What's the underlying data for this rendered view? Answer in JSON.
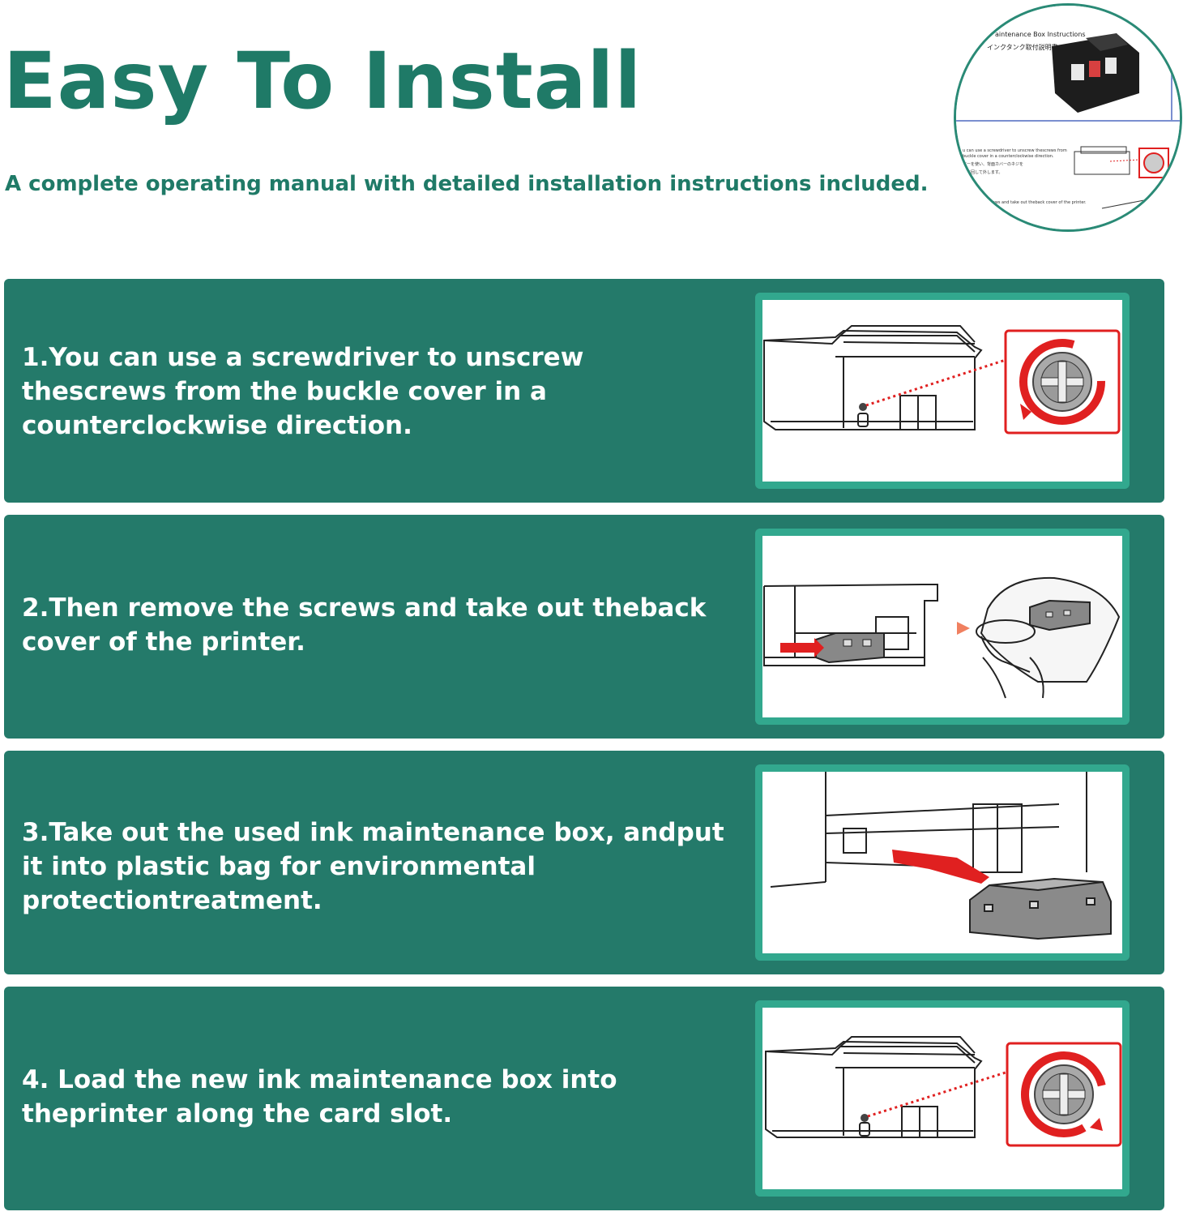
{
  "header": {
    "title": "Easy To Install",
    "subtitle": "A complete operating manual with detailed installation instructions included."
  },
  "manual_preview": {
    "heading": "aintenance Box Instructions",
    "heading_jp": "インクタンク取付説明書",
    "step_line_1": "u can use a screwdriver to unscrew thescrews from",
    "step_line_2": "buckle cover in a counterclockwise direction.",
    "jp_line_1": "バーを使い、背面カバーのネジを",
    "jp_line_2": "りに回して外します。",
    "step2_line": "crews and take out theback cover of the printer."
  },
  "steps": [
    {
      "text": "1.You can use a screwdriver to unscrew thescrews from the buckle cover in a counterclockwise direction.",
      "illustration": "printer-screw-counterclockwise-icon"
    },
    {
      "text": "2.Then remove the screws and take out theback cover of the printer.",
      "illustration": "remove-box-into-bag-icon"
    },
    {
      "text": "3.Take out the used ink maintenance box, andput it into plastic bag for environmental protectiontreatment.",
      "illustration": "pull-out-maintenance-box-icon"
    },
    {
      "text": "4. Load the new ink maintenance box into theprinter along the card slot.",
      "illustration": "printer-screw-clockwise-icon"
    }
  ],
  "colors": {
    "brand_green": "#1f7a67",
    "panel_green": "#247a6a",
    "frame_green": "#32a88e",
    "accent_red": "#e02020"
  }
}
